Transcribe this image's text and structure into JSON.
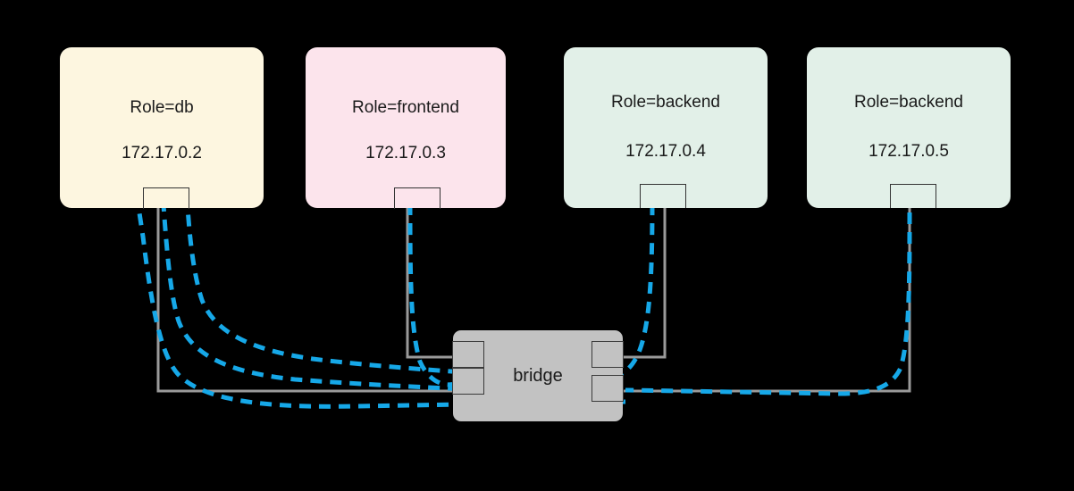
{
  "diagram": {
    "title": "docker-bridge-network",
    "background_color": "#000000",
    "wire_color": "#16a8e8",
    "guide_color": "#9a9a9a"
  },
  "bridge": {
    "label": "bridge",
    "fill_color": "#c2c2c2",
    "text_color": "#1a1a1a",
    "ports": [
      {
        "name": "left-port-upper"
      },
      {
        "name": "left-port-lower"
      },
      {
        "name": "right-port-upper"
      },
      {
        "name": "right-port-lower"
      }
    ]
  },
  "nodes": [
    {
      "id": "db",
      "role": "Role=db",
      "ip": "172.17.0.2",
      "fill_color": "#fdf6e0",
      "text_color": "#1a1a1a"
    },
    {
      "id": "frontend",
      "role": "Role=frontend",
      "ip": "172.17.0.3",
      "fill_color": "#fce4ec",
      "text_color": "#1a1a1a"
    },
    {
      "id": "backend-1",
      "role": "Role=backend",
      "ip": "172.17.0.4",
      "fill_color": "#e2f0e8",
      "text_color": "#1a1a1a"
    },
    {
      "id": "backend-2",
      "role": "Role=backend",
      "ip": "172.17.0.5",
      "fill_color": "#e2f0e8",
      "text_color": "#1a1a1a"
    }
  ],
  "connections": [
    {
      "name": "frontend-to-db",
      "from": "frontend",
      "to": "db",
      "arrow": true
    },
    {
      "name": "backend-1-to-db",
      "from": "backend-1",
      "to": "db",
      "arrow": true
    },
    {
      "name": "backend-2-to-db",
      "from": "backend-2",
      "to": "db",
      "arrow": true
    }
  ]
}
